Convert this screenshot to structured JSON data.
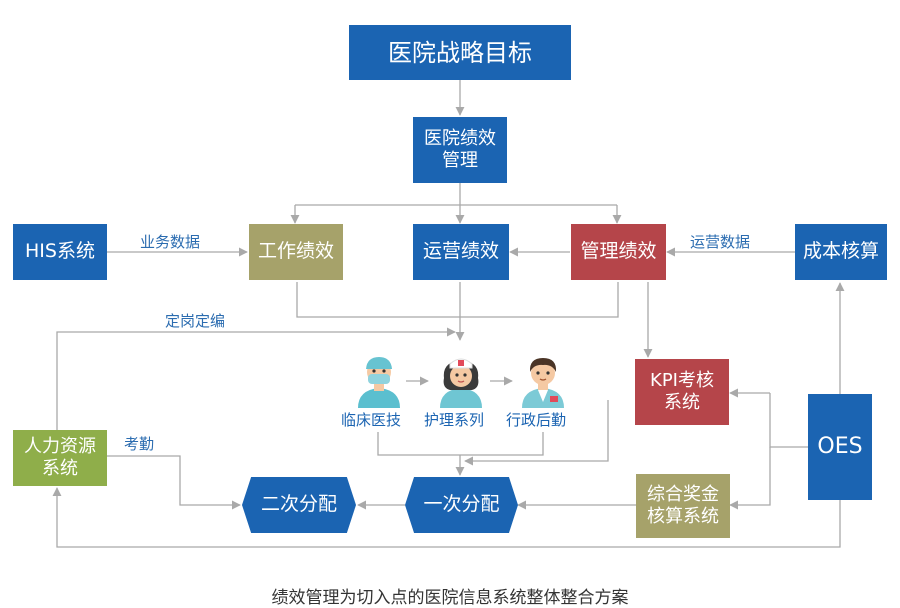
{
  "nodes": {
    "strategy": "医院战略目标",
    "perf_mgmt": "医院绩效\n管理",
    "his": "HIS系统",
    "work_perf": "工作绩效",
    "ops_perf": "运营绩效",
    "mgmt_perf": "管理绩效",
    "cost": "成本核算",
    "kpi": "KPI考核\n系统",
    "hr": "人力资源\n系统",
    "oes": "OES",
    "bonus": "综合奖金\n核算系统",
    "first_dist": "一次分配",
    "second_dist": "二次分配"
  },
  "staff": {
    "clinical": "临床医技",
    "nursing": "护理系列",
    "admin": "行政后勤"
  },
  "edge_labels": {
    "business_data": "业务数据",
    "ops_data": "运营数据",
    "staffing": "定岗定编",
    "attendance": "考勤"
  },
  "caption": "绩效管理为切入点的医院信息系统整体整合方案",
  "colors": {
    "blue": "#1b64b2",
    "olive": "#a6a26a",
    "red": "#b5454a",
    "green": "#8fae4a",
    "connector": "#a9a9a9",
    "label_text": "#2b6cb0"
  }
}
